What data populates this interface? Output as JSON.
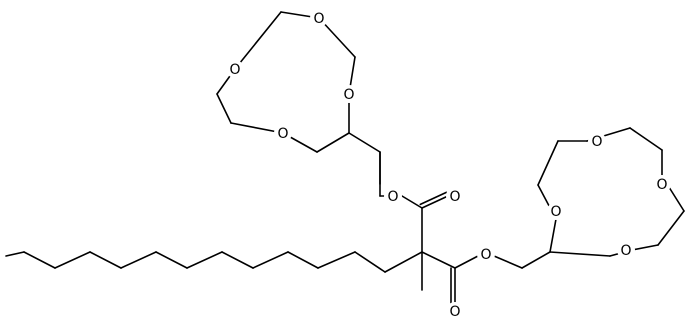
{
  "molecule": {
    "atoms": {
      "ring1_o1": "O",
      "ring1_o2": "O",
      "ring1_o3": "O",
      "ring1_o4": "O",
      "ester1_o_single": "O",
      "ester1_o_double": "O",
      "ester2_o_single": "O",
      "ester2_o_double": "O",
      "ring2_o1": "O",
      "ring2_o2": "O",
      "ring2_o3": "O",
      "ring2_o4": "O"
    }
  },
  "colors": {
    "bond": "#000000",
    "label": "#000000",
    "background": "#ffffff"
  }
}
